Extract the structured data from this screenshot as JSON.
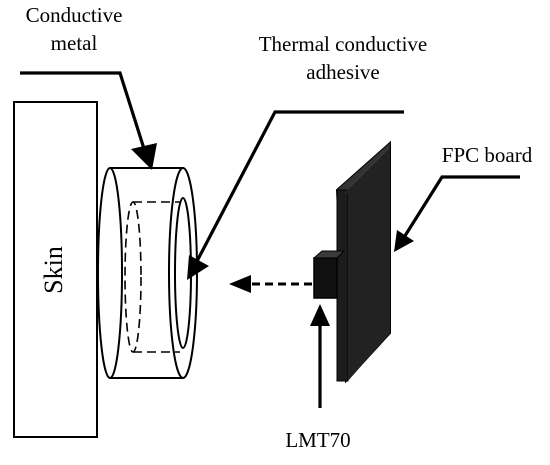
{
  "labels": {
    "conductive_metal_line1": "Conductive",
    "conductive_metal_line2": "metal",
    "adhesive_line1": "Thermal conductive",
    "adhesive_line2": "adhesive",
    "fpc_board": "FPC board",
    "skin": "Skin",
    "sensor": "LMT70"
  },
  "colors": {
    "stroke": "#000000",
    "board_fill": "#1c1c1c",
    "sensor_fill": "#111111",
    "background": "#ffffff"
  }
}
